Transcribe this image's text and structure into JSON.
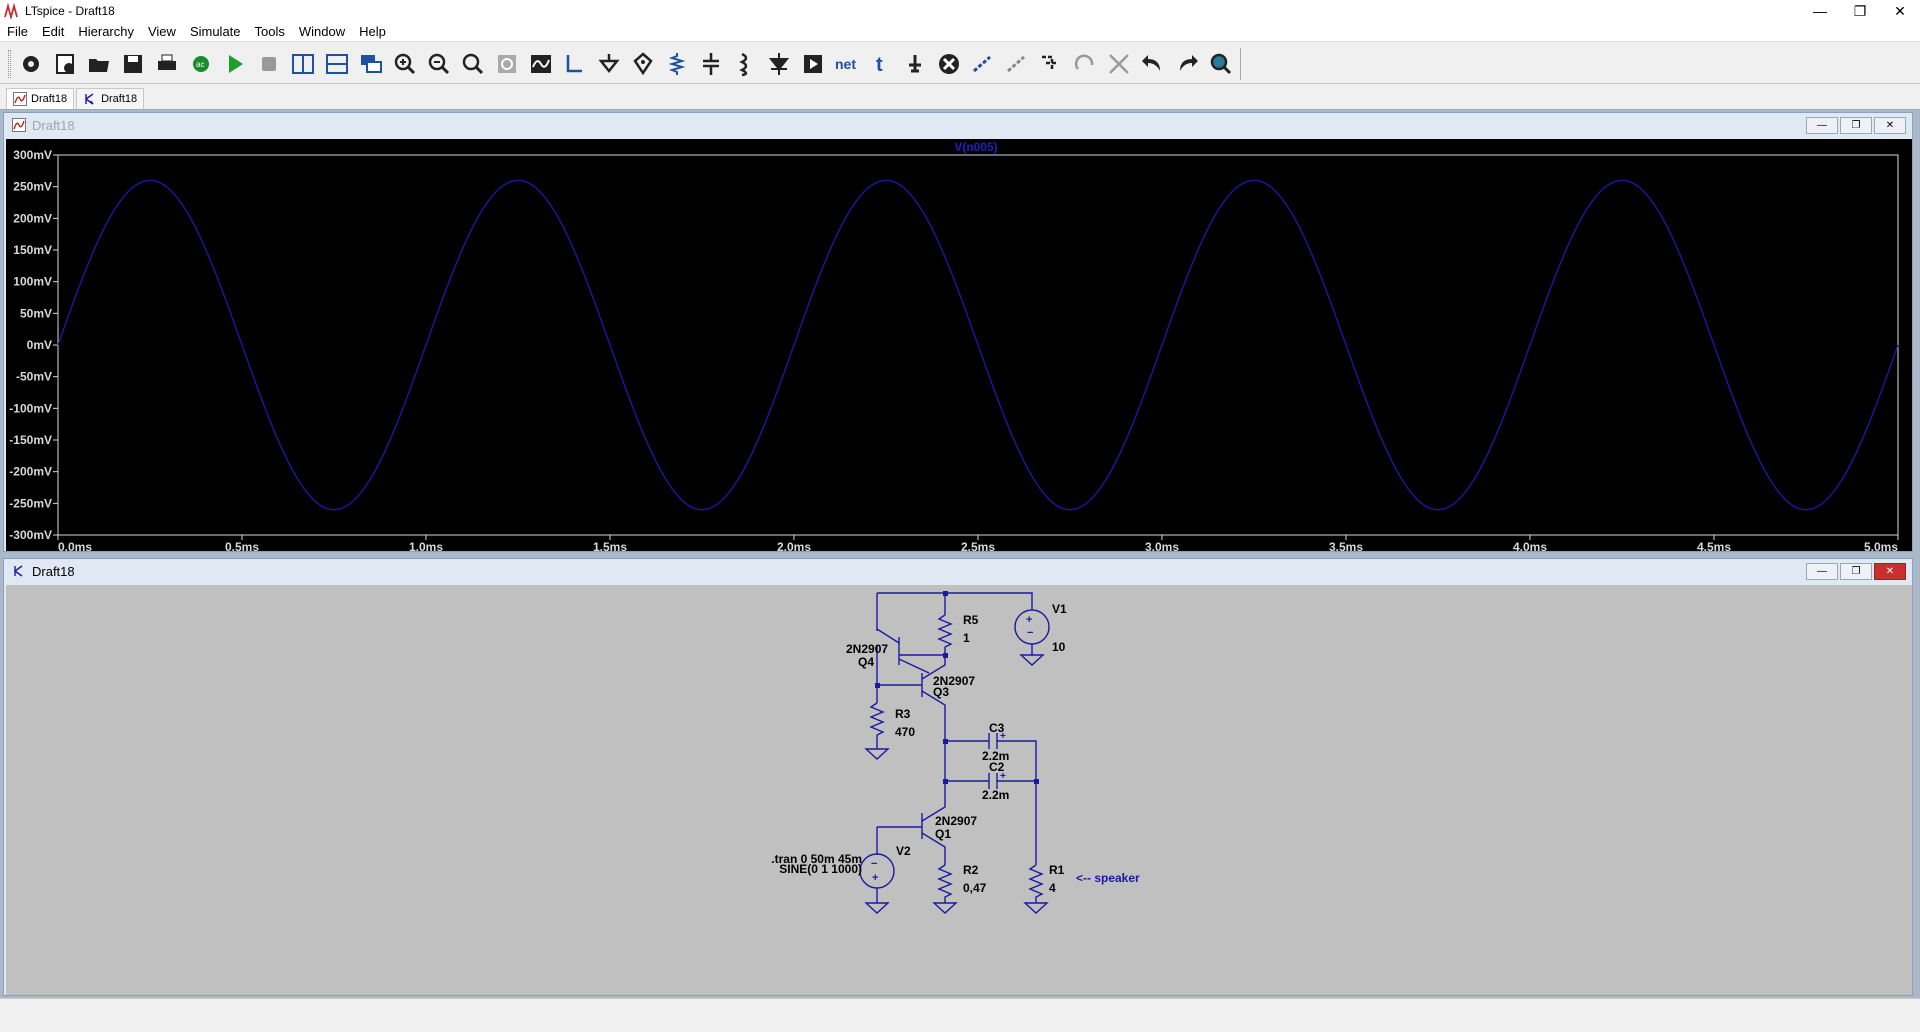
{
  "app": {
    "title": "LTspice - Draft18"
  },
  "window_controls": {
    "minimize": "—",
    "restore": "❐",
    "close": "✕"
  },
  "menu": [
    "File",
    "Edit",
    "Hierarchy",
    "View",
    "Simulate",
    "Tools",
    "Window",
    "Help"
  ],
  "toolbar": {
    "icons": [
      "settings-icon",
      "new-schematic-icon",
      "open-icon",
      "save-icon",
      "print-icon",
      "control-panel-icon",
      "run-icon",
      "halt-icon",
      "tile-vertical-icon",
      "tile-horizontal-icon",
      "cascade-icon",
      "zoom-in-icon",
      "zoom-out-icon",
      "zoom-fit-icon",
      "zoom-full-icon",
      "autorange-icon",
      "wire-icon",
      "ground-icon",
      "label-icon",
      "resistor-icon",
      "capacitor-icon",
      "inductor-icon",
      "diode-icon",
      "component-icon",
      "net-icon",
      "text-icon",
      "spice-directive-icon",
      "delete-icon",
      "duplicate-icon",
      "move-icon",
      "drag-icon",
      "rotate-icon",
      "mirror-icon",
      "undo-icon",
      "redo-icon",
      "find-icon"
    ],
    "net_label": "net"
  },
  "tabs": [
    {
      "label": "Draft18",
      "icon": "waveform-icon"
    },
    {
      "label": "Draft18",
      "icon": "schematic-icon"
    }
  ],
  "plot_window": {
    "title": "Draft18",
    "trace_label": "V(n005)",
    "colors": {
      "background": "#000000",
      "trace": "#1a1aa0",
      "axis": "#d8d8d8"
    }
  },
  "chart_data": {
    "type": "line",
    "title": "",
    "trace_name": "V(n005)",
    "xlabel": "",
    "ylabel": "",
    "x_ticks": [
      "0.0ms",
      "0.5ms",
      "1.0ms",
      "1.5ms",
      "2.0ms",
      "2.5ms",
      "3.0ms",
      "3.5ms",
      "4.0ms",
      "4.5ms",
      "5.0ms"
    ],
    "y_ticks": [
      "300mV",
      "250mV",
      "200mV",
      "150mV",
      "100mV",
      "50mV",
      "0mV",
      "-50mV",
      "-100mV",
      "-150mV",
      "-200mV",
      "-250mV",
      "-300mV"
    ],
    "xlim_ms": [
      0,
      5
    ],
    "ylim_mV": [
      -300,
      300
    ],
    "series": [
      {
        "name": "V(n005)",
        "amplitude_mV": 260,
        "frequency_Hz": 1000,
        "offset_mV": 0,
        "phase_deg": 0
      }
    ]
  },
  "schematic_window": {
    "title": "Draft18",
    "components": {
      "V1": {
        "name": "V1",
        "value": "10"
      },
      "R5": {
        "name": "R5",
        "value": "1"
      },
      "Q4": {
        "name": "Q4",
        "model": "2N2907"
      },
      "Q3": {
        "name": "Q3",
        "model": "2N2907"
      },
      "R3": {
        "name": "R3",
        "value": "470"
      },
      "C3": {
        "name": "C3",
        "value": "2.2m"
      },
      "C2": {
        "name": "C2",
        "value": "2.2m"
      },
      "Q1": {
        "name": "Q1",
        "model": "2N2907"
      },
      "V2": {
        "name": "V2",
        "value": "SINE(0 1 1000)"
      },
      "R2": {
        "name": "R2",
        "value": "0,47"
      },
      "R1": {
        "name": "R1",
        "value": "4"
      }
    },
    "directive": ".tran 0 50m 45m",
    "comment": "<-- speaker",
    "wire_color": "#1a1aa0"
  }
}
